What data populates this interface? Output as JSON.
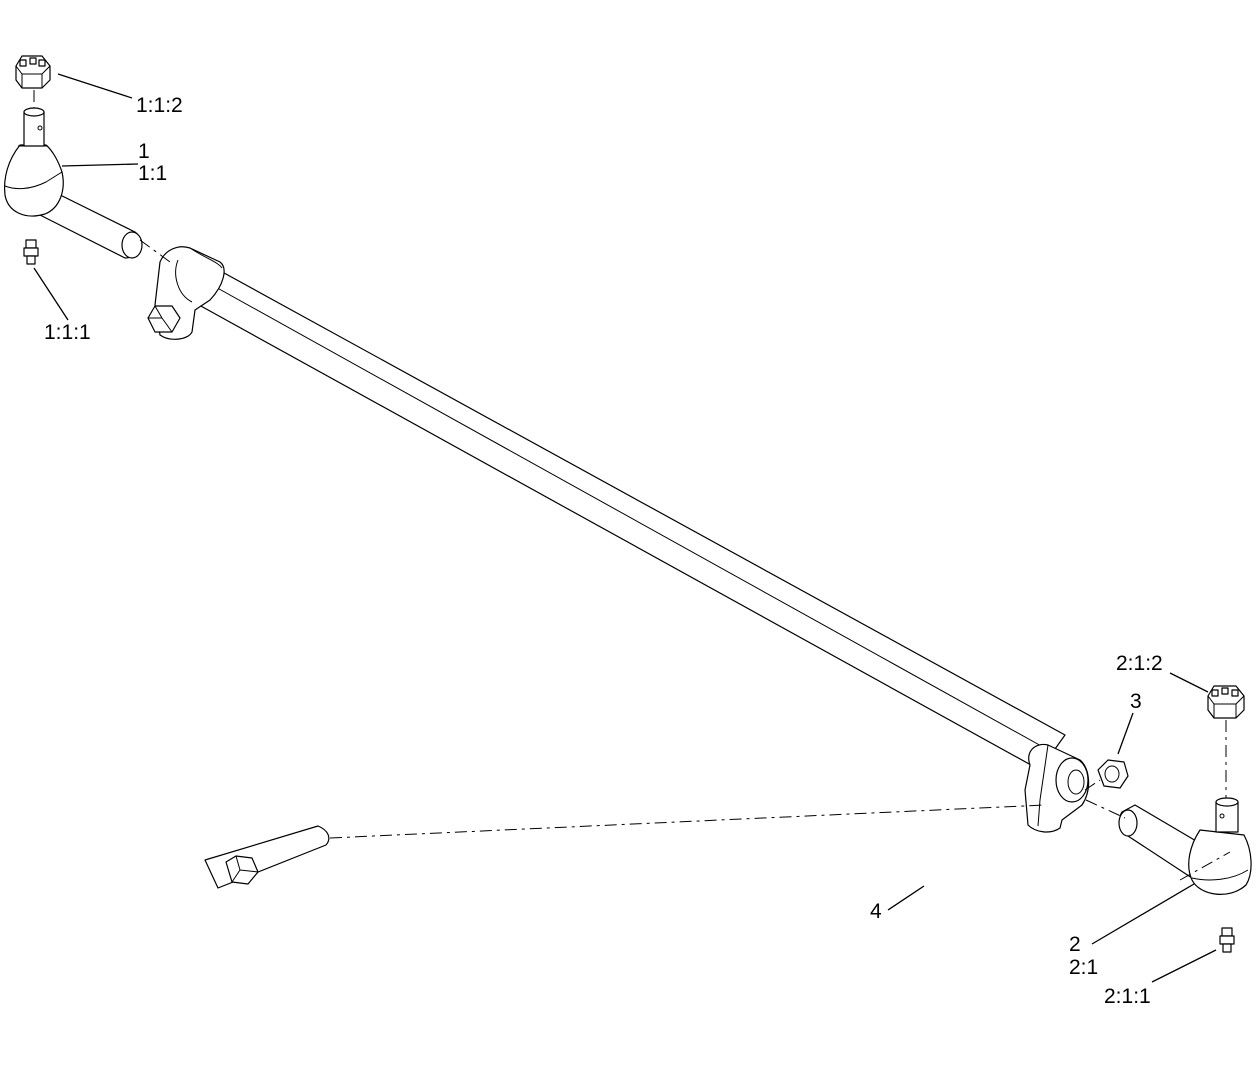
{
  "callouts": {
    "top_nut": "1:1:2",
    "tie_rod_end_1_a": "1",
    "tie_rod_end_1_b": "1:1",
    "grease_fitting_1": "1:1:1",
    "bottom_nut": "2:1:2",
    "lock_nut": "3",
    "bolt": "4",
    "tie_rod_end_2_a": "2",
    "tie_rod_end_2_b": "2:1",
    "grease_fitting_2": "2:1:1"
  }
}
